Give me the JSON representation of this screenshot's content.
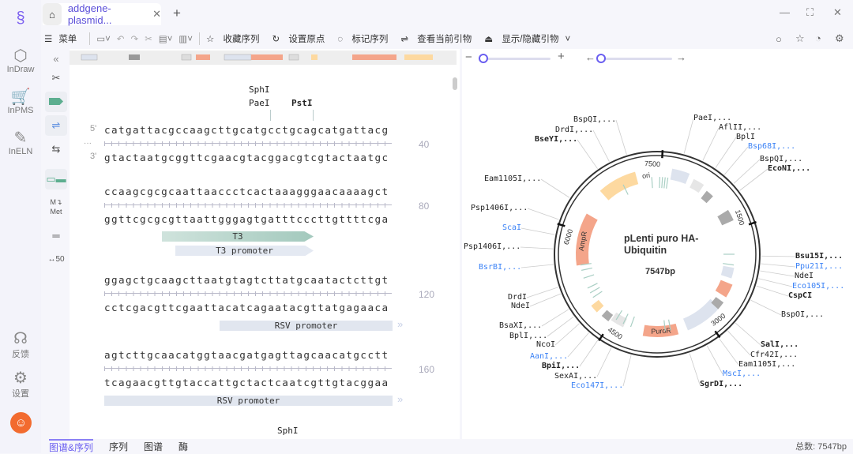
{
  "rail": {
    "items": [
      {
        "label": "InDraw"
      },
      {
        "label": "InPMS"
      },
      {
        "label": "InELN"
      },
      {
        "label": "反馈"
      },
      {
        "label": "设置"
      }
    ]
  },
  "tab": {
    "title": "addgene-plasmid...",
    "add": "+"
  },
  "window": {
    "minimize": "—",
    "maximize": "⛶",
    "close": "✕"
  },
  "toolbar": {
    "menu": "菜单",
    "favorite": "收藏序列",
    "set_origin": "设置原点",
    "mark": "标记序列",
    "view_primers": "查看当前引物",
    "toggle_primers": "显示/隐藏引物"
  },
  "sequence": {
    "top_enzymes": [
      "SphI",
      "PaeI",
      "PstI"
    ],
    "rows": [
      {
        "top": "catgattacgccaagcttgcatgcctgcagcatgattacg",
        "bottom": "gtactaatgcggttcgaacgtacggacgtcgtactaatgc",
        "num": "40",
        "p5": "5'",
        "p3": "3'"
      },
      {
        "top": "ccaagcgcgcaattaaccctcactaaagggaacaaaagct",
        "bottom": "ggttcgcgcgttaattgggagtgatttcccttgttttcga",
        "num": "80"
      },
      {
        "top": "ggagctgcaagcttaatgtagtcttatgcaatactcttgt",
        "bottom": "cctcgacgttcgaattacatcagaatacgttatgagaaca",
        "num": "120"
      },
      {
        "top": "agtcttgcaacatggtaacgatgagttagcaacatgcctt",
        "bottom": "tcagaacgttgtaccattgctactcaatcgttgtacggaa",
        "num": "160"
      }
    ],
    "features": {
      "t3": "T3",
      "t3_promoter": "T3 promoter",
      "rsv1": "RSV promoter",
      "rsv2": "RSV promoter"
    },
    "bottom_enzyme": "SphI"
  },
  "map": {
    "name_line1": "pLenti puro HA-",
    "name_line2": "Ubiquitin",
    "length": "7547bp",
    "ticks": [
      "7500",
      "1500",
      "3000",
      "4500",
      "6000"
    ],
    "features": [
      "ori",
      "AmpR",
      "PuroR"
    ],
    "enzymes": [
      {
        "t": "BspQI,...",
        "c": 0
      },
      {
        "t": "DrdI,...",
        "c": 0
      },
      {
        "t": "BseYI,...",
        "c": 0,
        "bold": 1
      },
      {
        "t": "Eam1105I,...",
        "c": 0
      },
      {
        "t": "Psp1406I,...",
        "c": 0
      },
      {
        "t": "ScaI",
        "c": 1
      },
      {
        "t": "Psp1406I,...",
        "c": 0
      },
      {
        "t": "BsrBI,...",
        "c": 1
      },
      {
        "t": "DrdI",
        "c": 0
      },
      {
        "t": "NdeI",
        "c": 0
      },
      {
        "t": "BsaXI,...",
        "c": 0
      },
      {
        "t": "BplI,...",
        "c": 0
      },
      {
        "t": "NcoI",
        "c": 0
      },
      {
        "t": "AanI,...",
        "c": 1
      },
      {
        "t": "BpiI,...",
        "c": 0,
        "bold": 1
      },
      {
        "t": "SexAI,...",
        "c": 0
      },
      {
        "t": "Eco147I,...",
        "c": 1
      },
      {
        "t": "PaeI,...",
        "c": 0
      },
      {
        "t": "AflII,...",
        "c": 0
      },
      {
        "t": "BplI",
        "c": 0
      },
      {
        "t": "Bsp68I,...",
        "c": 1
      },
      {
        "t": "BspQI,...",
        "c": 0
      },
      {
        "t": "EcoNI,...",
        "c": 0,
        "bold": 1
      },
      {
        "t": "Bsu15I,...",
        "c": 0,
        "bold": 1
      },
      {
        "t": "Ppu21I,...",
        "c": 1
      },
      {
        "t": "NdeI",
        "c": 0
      },
      {
        "t": "Eco105I,...",
        "c": 1
      },
      {
        "t": "CspCI",
        "c": 0,
        "bold": 1
      },
      {
        "t": "BspOI,...",
        "c": 0
      },
      {
        "t": "SalI,...",
        "c": 0,
        "bold": 1
      },
      {
        "t": "Cfr42I,...",
        "c": 0
      },
      {
        "t": "Eam1105I,...",
        "c": 0
      },
      {
        "t": "MscI,...",
        "c": 1
      },
      {
        "t": "SgrDI,...",
        "c": 0,
        "bold": 1
      }
    ]
  },
  "bottom_tabs": [
    "图谱&序列",
    "序列",
    "图谱",
    "酶"
  ],
  "status": "总数: 7547bp",
  "colors": {
    "accent": "#6a5ef0",
    "link_enzyme": "#3b82f6",
    "orange": "#f4a58a",
    "ori": "#fdd9a0"
  }
}
